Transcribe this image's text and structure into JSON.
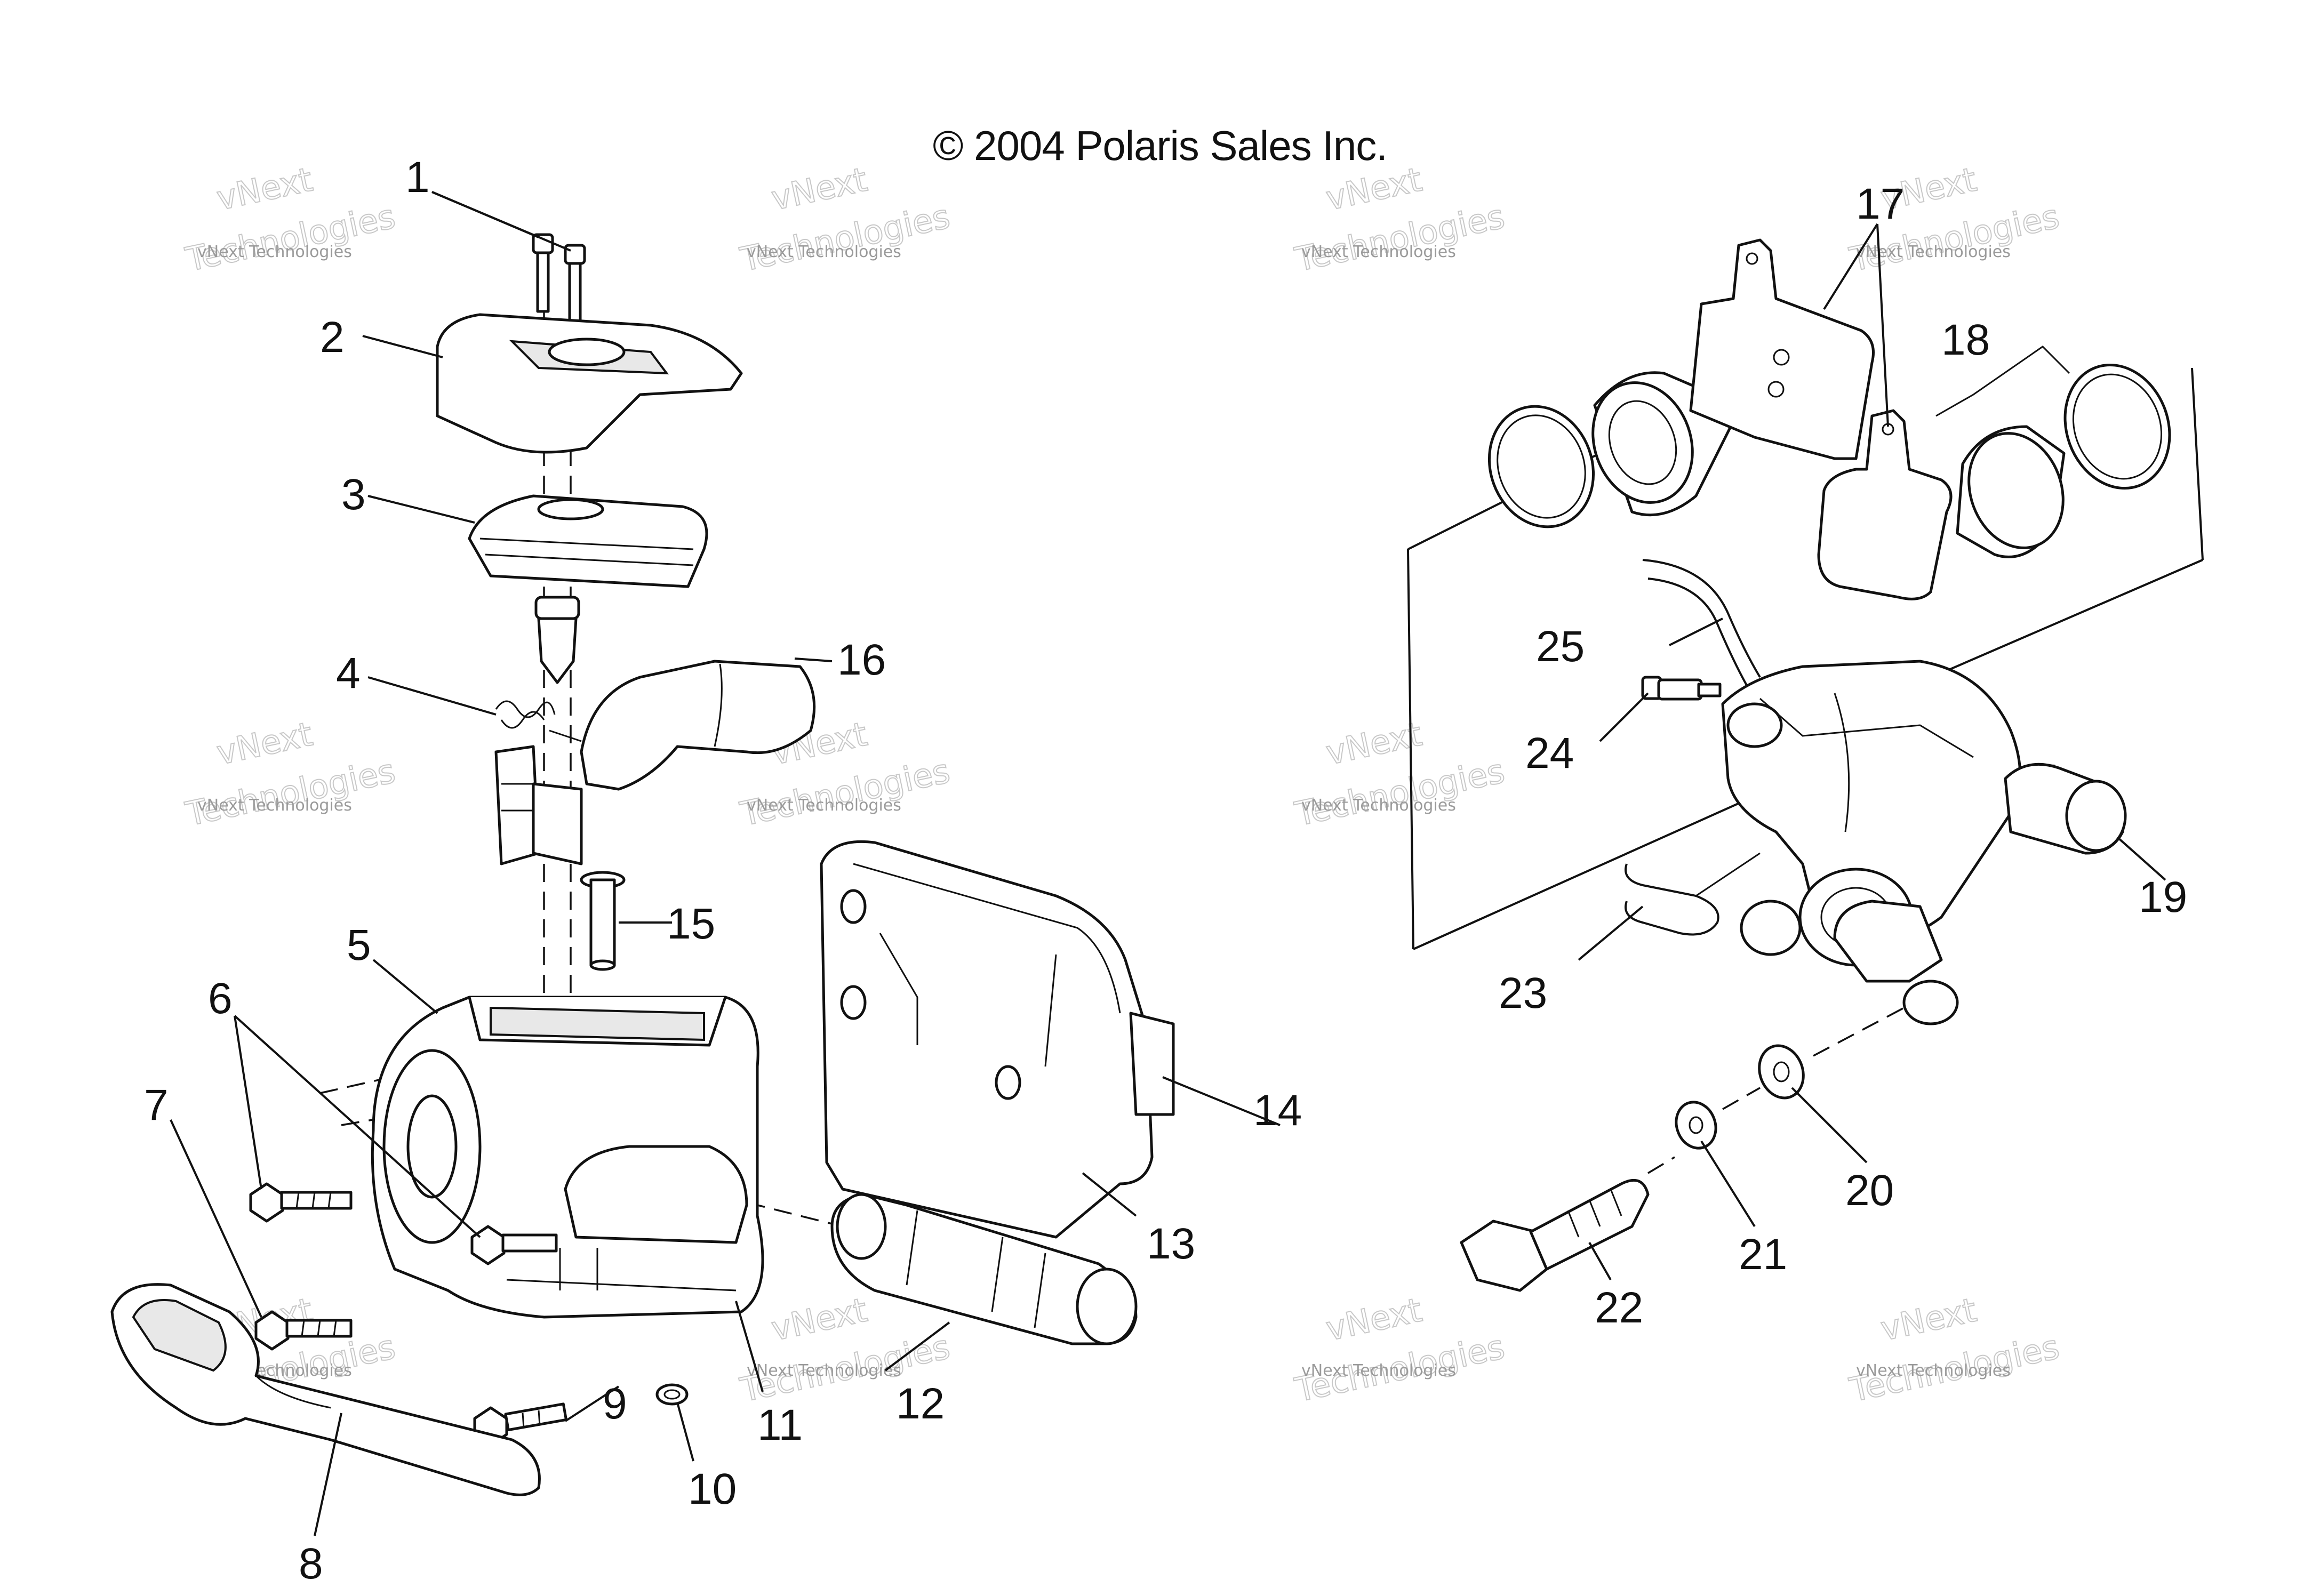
{
  "copyright": "© 2004 Polaris Sales Inc.",
  "watermark": {
    "line_small": "vNext Technologies",
    "line_big_1": "vNext",
    "line_big_2": "Technologies"
  },
  "callouts": [
    "1",
    "2",
    "3",
    "4",
    "5",
    "6",
    "7",
    "8",
    "9",
    "10",
    "11",
    "12",
    "13",
    "14",
    "15",
    "16",
    "17",
    "18",
    "19",
    "20",
    "21",
    "22",
    "23",
    "24",
    "25"
  ]
}
